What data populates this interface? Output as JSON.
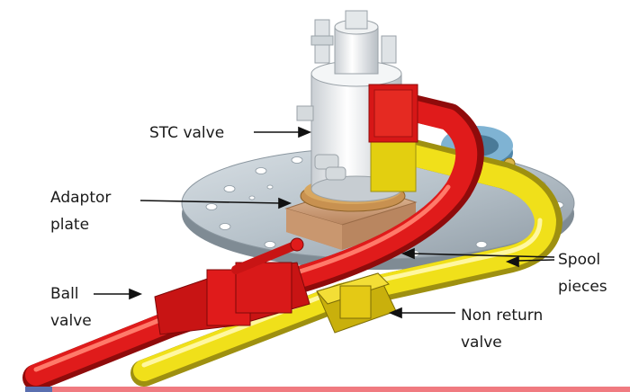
{
  "labels": {
    "stc_valve": "STC valve",
    "adaptor_plate_line1": "Adaptor",
    "adaptor_plate_line2": "plate",
    "ball_valve_line1": "Ball",
    "ball_valve_line2": "valve",
    "spool_pieces_line1": "Spool",
    "spool_pieces_line2": "pieces",
    "non_return_valve_line1": "Non return",
    "non_return_valve_line2": "valve"
  },
  "colors": {
    "red_pipe": "#e01b1b",
    "yellow_pipe": "#f0e01a",
    "flange": "#b8c4cc",
    "adaptor_plate": "#d4a27a",
    "valve_body": "#e8eaec",
    "blue_ring": "#6fa6c9",
    "bottom_bar": "#f07a80"
  }
}
